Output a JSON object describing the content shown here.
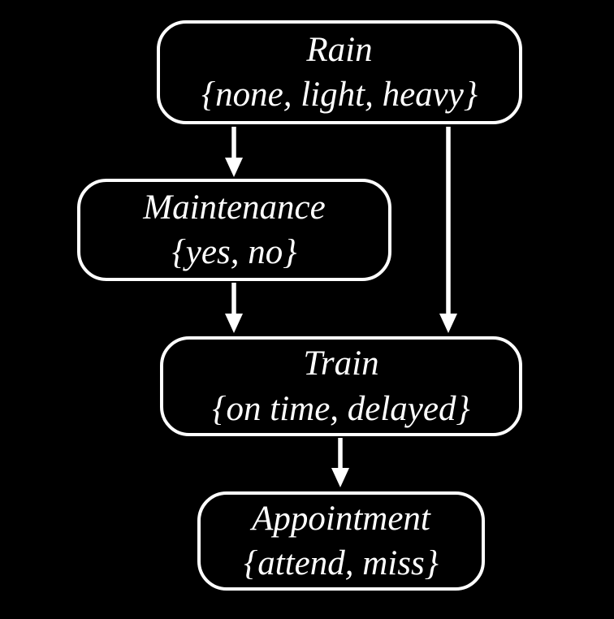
{
  "diagram": {
    "type": "bayesian-network",
    "background_color": "#000000",
    "node_border_color": "#ffffff",
    "text_color": "#ffffff",
    "nodes": {
      "rain": {
        "title": "Rain",
        "values": "{none, light, heavy}"
      },
      "maintenance": {
        "title": "Maintenance",
        "values": "{yes, no}"
      },
      "train": {
        "title": "Train",
        "values": "{on time, delayed}"
      },
      "appointment": {
        "title": "Appointment",
        "values": "{attend, miss}"
      }
    },
    "edges": [
      {
        "from": "rain",
        "to": "maintenance"
      },
      {
        "from": "rain",
        "to": "train"
      },
      {
        "from": "maintenance",
        "to": "train"
      },
      {
        "from": "train",
        "to": "appointment"
      }
    ]
  }
}
